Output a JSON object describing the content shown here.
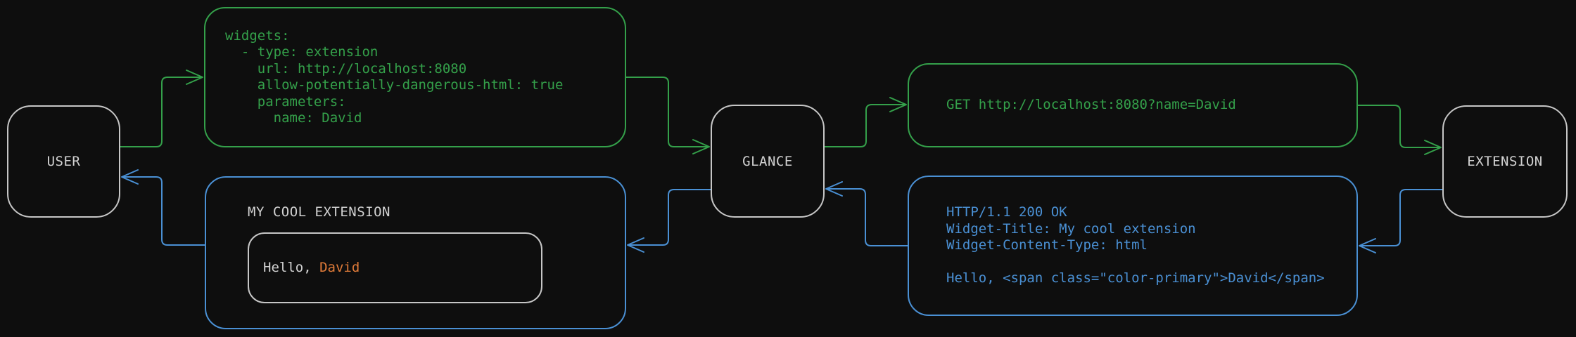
{
  "colors": {
    "background": "#0e0e0e",
    "green": "#34a04a",
    "blue": "#4a90d4",
    "orange": "#e07b39",
    "text": "#d2d2d2",
    "node_border": "#c6c6c6"
  },
  "nodes": {
    "user": {
      "label": "USER"
    },
    "glance": {
      "label": "GLANCE"
    },
    "extension": {
      "label": "EXTENSION"
    }
  },
  "config_box": {
    "lines": [
      "widgets:",
      "  - type: extension",
      "    url: http://localhost:8080",
      "    allow-potentially-dangerous-html: true",
      "    parameters:",
      "      name: David"
    ]
  },
  "request_box": {
    "text": "GET http://localhost:8080?name=David"
  },
  "response_box": {
    "lines": [
      "HTTP/1.1 200 OK",
      "Widget-Title: My cool extension",
      "Widget-Content-Type: html",
      "",
      "Hello, <span class=\"color-primary\">David</span>"
    ]
  },
  "widget_box": {
    "title": "MY COOL EXTENSION",
    "greeting_prefix": "Hello, ",
    "greeting_name": "David"
  },
  "arrows": [
    {
      "from": "user",
      "to": "config_box",
      "color": "green"
    },
    {
      "from": "config_box",
      "to": "glance",
      "color": "green"
    },
    {
      "from": "glance",
      "to": "request_box",
      "color": "green"
    },
    {
      "from": "request_box",
      "to": "extension",
      "color": "green"
    },
    {
      "from": "extension",
      "to": "response_box",
      "color": "blue"
    },
    {
      "from": "response_box",
      "to": "glance",
      "color": "blue"
    },
    {
      "from": "glance",
      "to": "widget_box",
      "color": "blue"
    },
    {
      "from": "widget_box",
      "to": "user",
      "color": "blue"
    }
  ]
}
